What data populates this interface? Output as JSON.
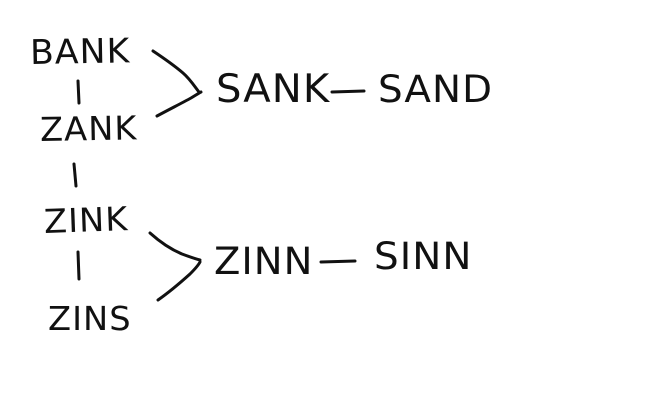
{
  "diagram": {
    "words": {
      "bank": "BANK",
      "zank": "ZANK",
      "zink": "ZINK",
      "zins": "ZINS",
      "sank": "SANK",
      "sand": "SAND",
      "zinn": "ZINN",
      "sinn": "SINN"
    },
    "connections": [
      [
        "bank",
        "zank"
      ],
      [
        "zank",
        "zink"
      ],
      [
        "zink",
        "zins"
      ],
      [
        "bank",
        "sank"
      ],
      [
        "zank",
        "sank"
      ],
      [
        "sank",
        "sand"
      ],
      [
        "zink",
        "zinn"
      ],
      [
        "zins",
        "zinn"
      ],
      [
        "zinn",
        "sinn"
      ]
    ],
    "ink_color": "#111111",
    "background_color": "#ffffff"
  }
}
